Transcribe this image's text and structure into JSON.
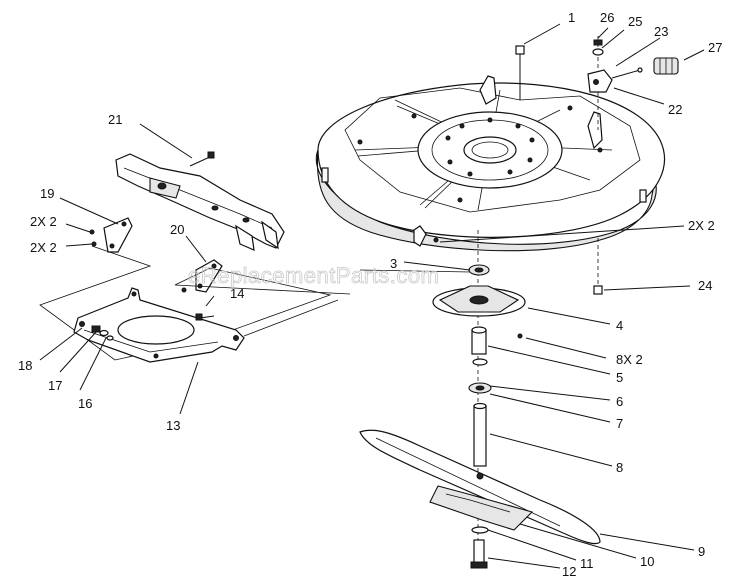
{
  "watermark": "eReplacementParts.com",
  "callouts": [
    {
      "id": "c1",
      "text": "1"
    },
    {
      "id": "c26",
      "text": "26"
    },
    {
      "id": "c25",
      "text": "25"
    },
    {
      "id": "c23",
      "text": "23"
    },
    {
      "id": "c27",
      "text": "27"
    },
    {
      "id": "c22",
      "text": "22"
    },
    {
      "id": "c21",
      "text": "21"
    },
    {
      "id": "c19",
      "text": "19"
    },
    {
      "id": "c2x2a",
      "text": "2X 2"
    },
    {
      "id": "c2x2b",
      "text": "2X 2"
    },
    {
      "id": "c20",
      "text": "20"
    },
    {
      "id": "c2x2c",
      "text": "2X 2"
    },
    {
      "id": "c3",
      "text": "3"
    },
    {
      "id": "c14",
      "text": "14"
    },
    {
      "id": "c24",
      "text": "24"
    },
    {
      "id": "c4",
      "text": "4"
    },
    {
      "id": "c8x2",
      "text": "8X 2"
    },
    {
      "id": "c5",
      "text": "5"
    },
    {
      "id": "c6",
      "text": "6"
    },
    {
      "id": "c7",
      "text": "7"
    },
    {
      "id": "c18",
      "text": "18"
    },
    {
      "id": "c17",
      "text": "17"
    },
    {
      "id": "c16",
      "text": "16"
    },
    {
      "id": "c13",
      "text": "13"
    },
    {
      "id": "c8",
      "text": "8"
    },
    {
      "id": "c9",
      "text": "9"
    },
    {
      "id": "c10",
      "text": "10"
    },
    {
      "id": "c11",
      "text": "11"
    },
    {
      "id": "c12",
      "text": "12"
    }
  ]
}
